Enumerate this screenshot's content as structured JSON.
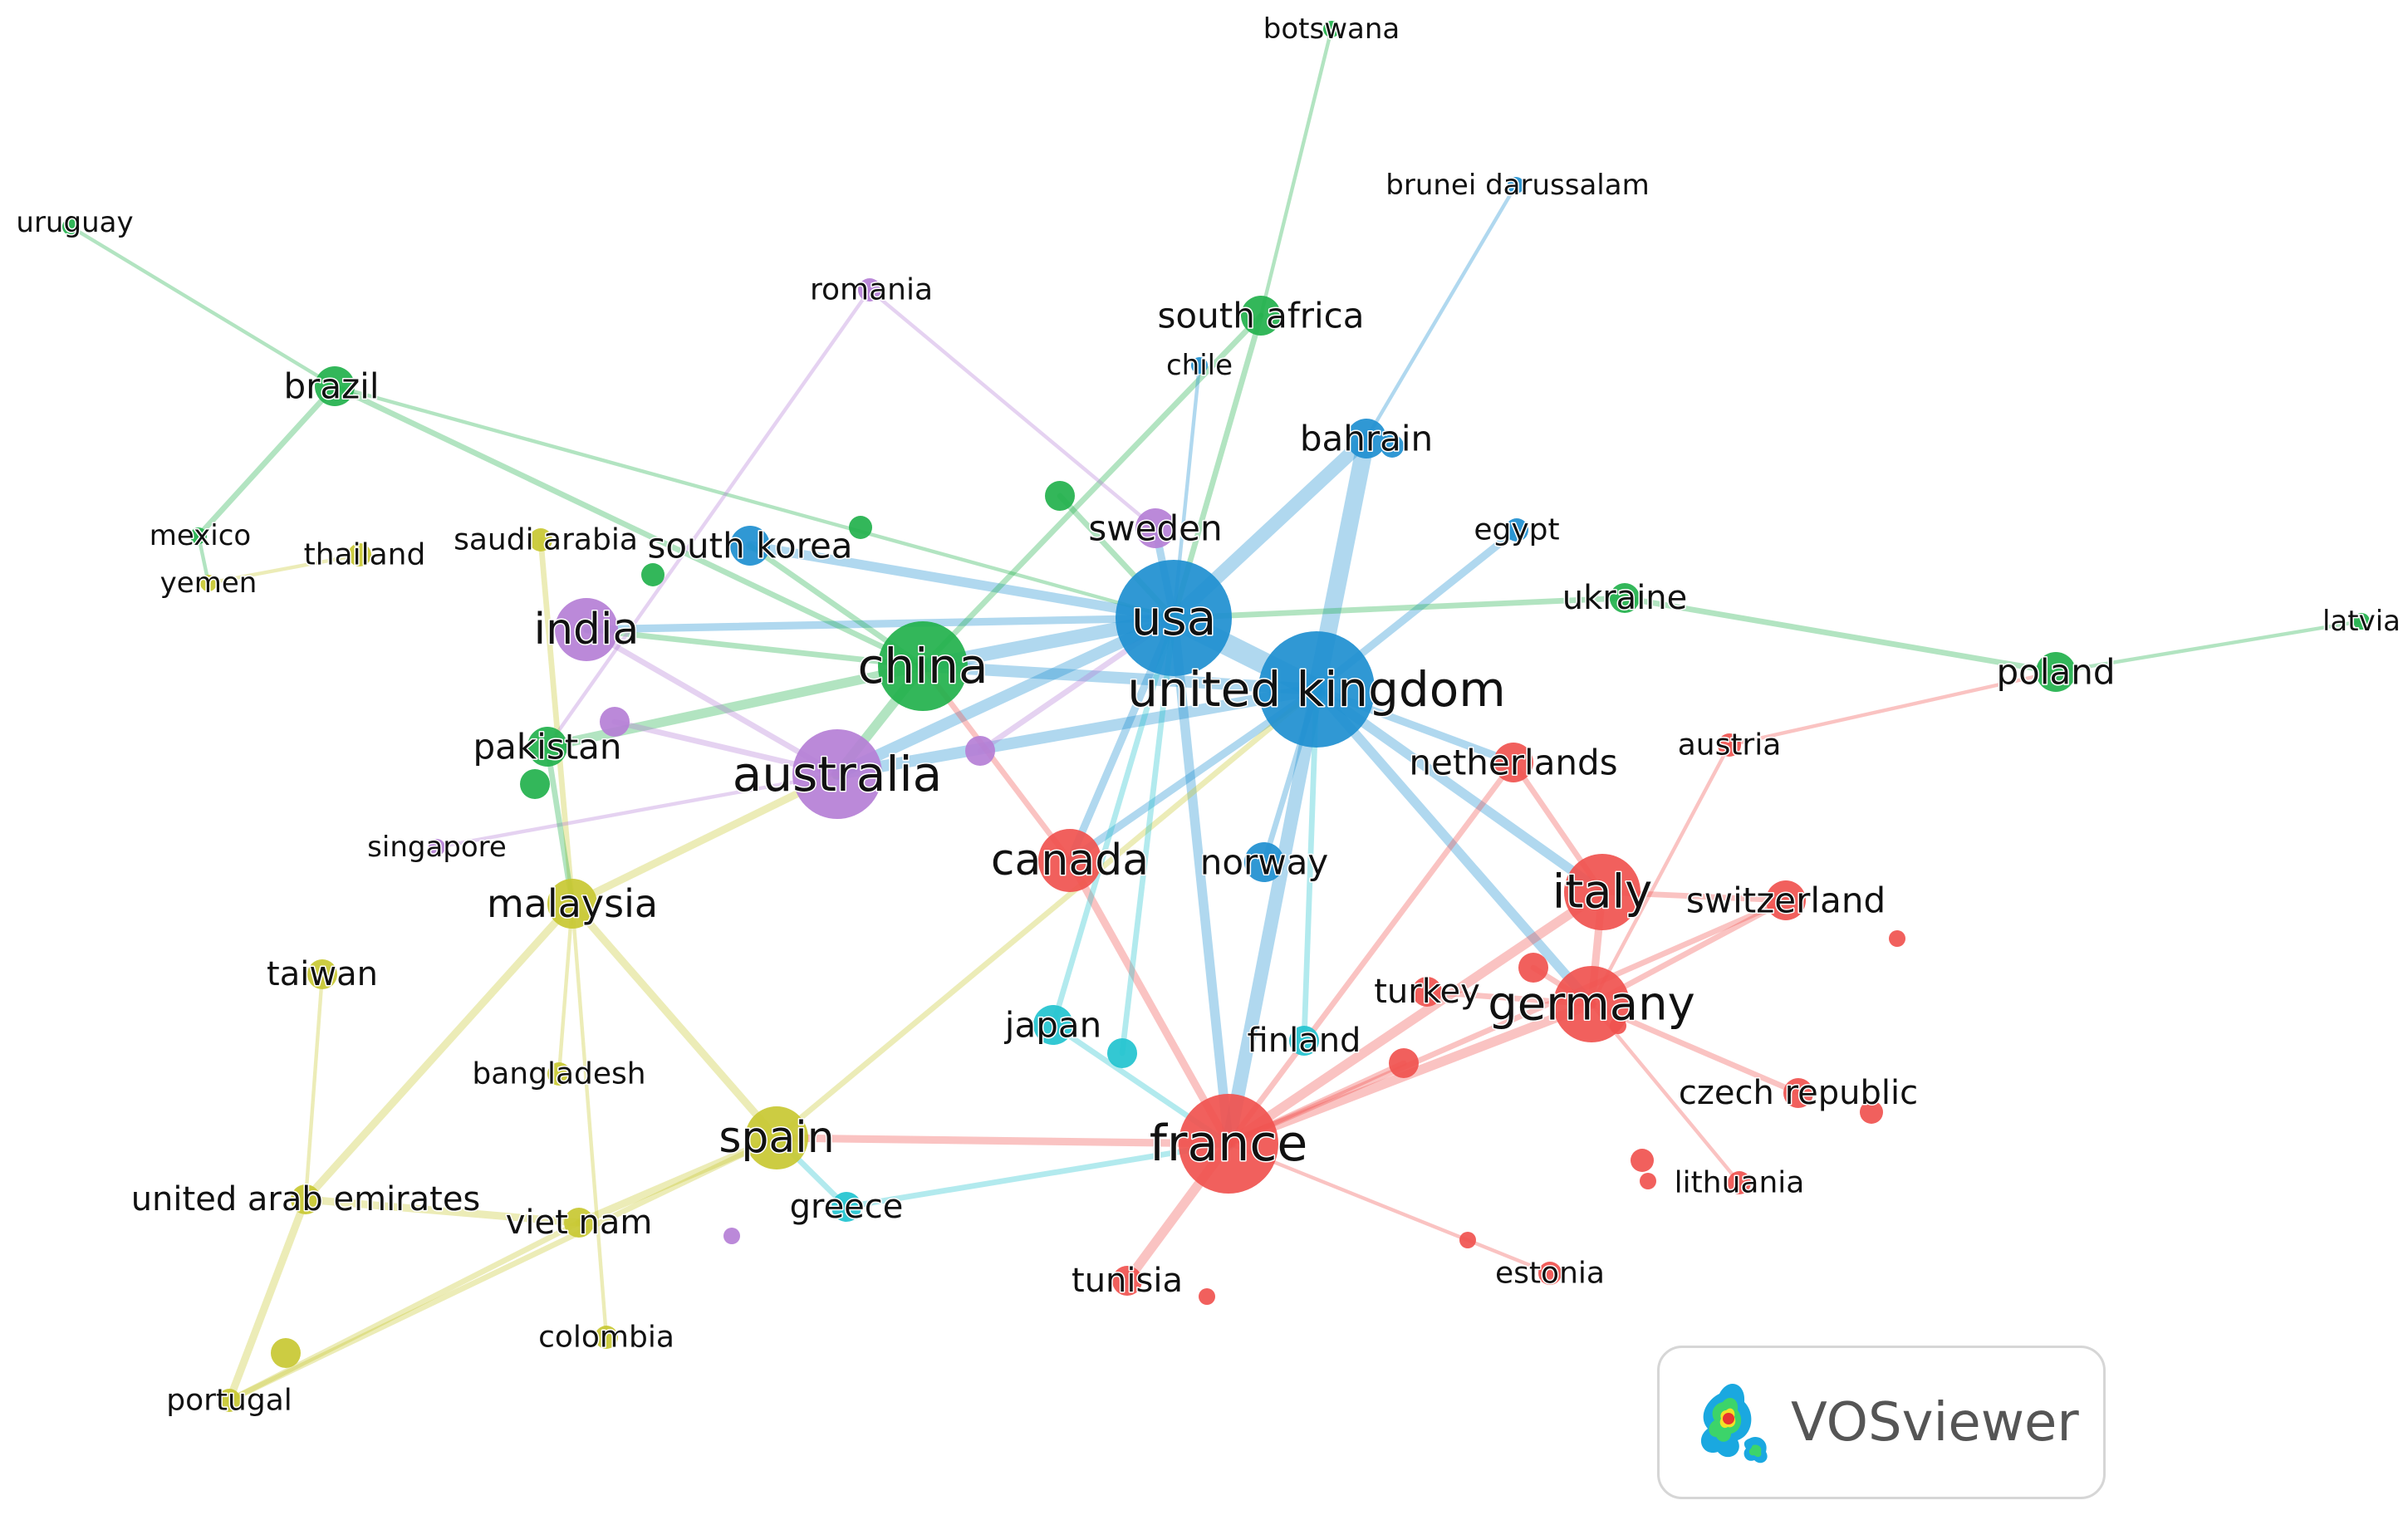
{
  "app": {
    "brand": "VOSviewer"
  },
  "clusters": {
    "red": "#f0534f",
    "green": "#22b14c",
    "blue": "#1e8fd0",
    "yellow": "#c8c832",
    "purple": "#b57fd6",
    "cyan": "#22c3cf"
  },
  "nodes": [
    {
      "id": "botswana",
      "label": "botswana",
      "cluster": "green",
      "weight": 1
    },
    {
      "id": "uruguay",
      "label": "uruguay",
      "cluster": "green",
      "weight": 1
    },
    {
      "id": "brunei",
      "label": "brunei darussalam",
      "cluster": "blue",
      "weight": 1
    },
    {
      "id": "romania",
      "label": "romania",
      "cluster": "purple",
      "weight": 2
    },
    {
      "id": "south_africa",
      "label": "south africa",
      "cluster": "green",
      "weight": 4
    },
    {
      "id": "chile",
      "label": "chile",
      "cluster": "blue",
      "weight": 1
    },
    {
      "id": "brazil",
      "label": "brazil",
      "cluster": "green",
      "weight": 4
    },
    {
      "id": "bahrain",
      "label": "bahrain",
      "cluster": "blue",
      "weight": 4
    },
    {
      "id": "mexico",
      "label": "mexico",
      "cluster": "green",
      "weight": 1
    },
    {
      "id": "thailand",
      "label": "thailand",
      "cluster": "yellow",
      "weight": 2
    },
    {
      "id": "saudi_arabia",
      "label": "saudi arabia",
      "cluster": "yellow",
      "weight": 2
    },
    {
      "id": "south_korea",
      "label": "south korea",
      "cluster": "blue",
      "weight": 4
    },
    {
      "id": "sweden",
      "label": "sweden",
      "cluster": "purple",
      "weight": 4
    },
    {
      "id": "egypt",
      "label": "egypt",
      "cluster": "blue",
      "weight": 2
    },
    {
      "id": "yemen",
      "label": "yemen",
      "cluster": "yellow",
      "weight": 1
    },
    {
      "id": "usa",
      "label": "usa",
      "cluster": "blue",
      "weight": 10
    },
    {
      "id": "ukraine",
      "label": "ukraine",
      "cluster": "green",
      "weight": 3
    },
    {
      "id": "latvia",
      "label": "latvia",
      "cluster": "green",
      "weight": 1
    },
    {
      "id": "india",
      "label": "india",
      "cluster": "purple",
      "weight": 6
    },
    {
      "id": "china",
      "label": "china",
      "cluster": "green",
      "weight": 8
    },
    {
      "id": "united_kingdom",
      "label": "united kingdom",
      "cluster": "blue",
      "weight": 10
    },
    {
      "id": "poland",
      "label": "poland",
      "cluster": "green",
      "weight": 4
    },
    {
      "id": "pakistan",
      "label": "pakistan",
      "cluster": "green",
      "weight": 4
    },
    {
      "id": "australia",
      "label": "australia",
      "cluster": "purple",
      "weight": 8
    },
    {
      "id": "netherlands",
      "label": "netherlands",
      "cluster": "red",
      "weight": 4
    },
    {
      "id": "austria",
      "label": "austria",
      "cluster": "red",
      "weight": 2
    },
    {
      "id": "singapore",
      "label": "singapore",
      "cluster": "purple",
      "weight": 1
    },
    {
      "id": "canada",
      "label": "canada",
      "cluster": "red",
      "weight": 6
    },
    {
      "id": "norway",
      "label": "norway",
      "cluster": "blue",
      "weight": 4
    },
    {
      "id": "italy",
      "label": "italy",
      "cluster": "red",
      "weight": 7
    },
    {
      "id": "switzerland",
      "label": "switzerland",
      "cluster": "red",
      "weight": 4
    },
    {
      "id": "malaysia",
      "label": "malaysia",
      "cluster": "yellow",
      "weight": 5
    },
    {
      "id": "taiwan",
      "label": "taiwan",
      "cluster": "yellow",
      "weight": 3
    },
    {
      "id": "turkey",
      "label": "turkey",
      "cluster": "red",
      "weight": 3
    },
    {
      "id": "germany",
      "label": "germany",
      "cluster": "red",
      "weight": 7
    },
    {
      "id": "japan",
      "label": "japan",
      "cluster": "cyan",
      "weight": 4
    },
    {
      "id": "finland",
      "label": "finland",
      "cluster": "cyan",
      "weight": 3
    },
    {
      "id": "bangladesh",
      "label": "bangladesh",
      "cluster": "yellow",
      "weight": 2
    },
    {
      "id": "czech_republic",
      "label": "czech republic",
      "cluster": "red",
      "weight": 3
    },
    {
      "id": "spain",
      "label": "spain",
      "cluster": "yellow",
      "weight": 6
    },
    {
      "id": "france",
      "label": "france",
      "cluster": "red",
      "weight": 9
    },
    {
      "id": "lithuania",
      "label": "lithuania",
      "cluster": "red",
      "weight": 2
    },
    {
      "id": "united_arab_emirates",
      "label": "united arab emirates",
      "cluster": "yellow",
      "weight": 3
    },
    {
      "id": "viet_nam",
      "label": "viet nam",
      "cluster": "yellow",
      "weight": 3
    },
    {
      "id": "greece",
      "label": "greece",
      "cluster": "cyan",
      "weight": 3
    },
    {
      "id": "tunisia",
      "label": "tunisia",
      "cluster": "red",
      "weight": 3
    },
    {
      "id": "estonia",
      "label": "estonia",
      "cluster": "red",
      "weight": 2
    },
    {
      "id": "colombia",
      "label": "colombia",
      "cluster": "yellow",
      "weight": 2
    },
    {
      "id": "portugal",
      "label": "portugal",
      "cluster": "yellow",
      "weight": 2
    },
    {
      "id": "u_green_1",
      "label": "",
      "cluster": "green",
      "weight": 3
    },
    {
      "id": "u_green_2",
      "label": "",
      "cluster": "green",
      "weight": 2
    },
    {
      "id": "u_green_3",
      "label": "",
      "cluster": "green",
      "weight": 2
    },
    {
      "id": "u_green_4",
      "label": "",
      "cluster": "green",
      "weight": 3
    },
    {
      "id": "u_purple_1",
      "label": "",
      "cluster": "purple",
      "weight": 3
    },
    {
      "id": "u_purple_2",
      "label": "",
      "cluster": "purple",
      "weight": 3
    },
    {
      "id": "u_purple_3",
      "label": "",
      "cluster": "purple",
      "weight": 1
    },
    {
      "id": "u_blue_1",
      "label": "",
      "cluster": "blue",
      "weight": 2
    },
    {
      "id": "u_cyan_1",
      "label": "",
      "cluster": "cyan",
      "weight": 3
    },
    {
      "id": "u_red_1",
      "label": "",
      "cluster": "red",
      "weight": 3
    },
    {
      "id": "u_red_2",
      "label": "",
      "cluster": "red",
      "weight": 3
    },
    {
      "id": "u_red_3",
      "label": "",
      "cluster": "red",
      "weight": 1
    },
    {
      "id": "u_red_4",
      "label": "",
      "cluster": "red",
      "weight": 2
    },
    {
      "id": "u_red_5",
      "label": "",
      "cluster": "red",
      "weight": 1
    },
    {
      "id": "u_red_6",
      "label": "",
      "cluster": "red",
      "weight": 1
    },
    {
      "id": "u_red_7",
      "label": "",
      "cluster": "red",
      "weight": 2
    },
    {
      "id": "u_red_8",
      "label": "",
      "cluster": "red",
      "weight": 1
    },
    {
      "id": "u_red_9",
      "label": "",
      "cluster": "red",
      "weight": 1
    },
    {
      "id": "u_yellow_1",
      "label": "",
      "cluster": "yellow",
      "weight": 3
    }
  ],
  "links": [
    [
      "usa",
      "united_kingdom",
      10
    ],
    [
      "usa",
      "bahrain",
      6
    ],
    [
      "united_kingdom",
      "bahrain",
      8
    ],
    [
      "usa",
      "china",
      6
    ],
    [
      "usa",
      "australia",
      5
    ],
    [
      "united_kingdom",
      "china",
      5
    ],
    [
      "united_kingdom",
      "australia",
      5
    ],
    [
      "united_kingdom",
      "france",
      6
    ],
    [
      "usa",
      "france",
      4
    ],
    [
      "united_kingdom",
      "italy",
      4
    ],
    [
      "united_kingdom",
      "germany",
      4
    ],
    [
      "united_kingdom",
      "egypt",
      3
    ],
    [
      "united_kingdom",
      "netherlands",
      3
    ],
    [
      "united_kingdom",
      "canada",
      3
    ],
    [
      "usa",
      "canada",
      3
    ],
    [
      "usa",
      "south_korea",
      4
    ],
    [
      "usa",
      "india",
      3
    ],
    [
      "usa",
      "sweden",
      3
    ],
    [
      "china",
      "australia",
      4
    ],
    [
      "china",
      "pakistan",
      4
    ],
    [
      "china",
      "india",
      2
    ],
    [
      "china",
      "south_korea",
      2
    ],
    [
      "france",
      "italy",
      4
    ],
    [
      "france",
      "germany",
      4
    ],
    [
      "france",
      "tunisia",
      4
    ],
    [
      "france",
      "spain",
      3
    ],
    [
      "france",
      "canada",
      3
    ],
    [
      "germany",
      "italy",
      3
    ],
    [
      "germany",
      "switzerland",
      2
    ],
    [
      "italy",
      "switzerland",
      2
    ],
    [
      "italy",
      "netherlands",
      2
    ],
    [
      "malaysia",
      "spain",
      3
    ],
    [
      "malaysia",
      "united_arab_emirates",
      3
    ],
    [
      "malaysia",
      "australia",
      3
    ],
    [
      "united_arab_emirates",
      "portugal",
      3
    ],
    [
      "united_arab_emirates",
      "viet_nam",
      3
    ],
    [
      "viet_nam",
      "spain",
      3
    ],
    [
      "viet_nam",
      "portugal",
      2
    ],
    [
      "portugal",
      "spain",
      2
    ],
    [
      "ukraine",
      "poland",
      2
    ],
    [
      "poland",
      "latvia",
      1
    ],
    [
      "ukraine",
      "usa",
      2
    ],
    [
      "brazil",
      "mexico",
      2
    ],
    [
      "brazil",
      "uruguay",
      1
    ],
    [
      "brazil",
      "china",
      2
    ],
    [
      "brazil",
      "usa",
      1
    ],
    [
      "south_africa",
      "botswana",
      1
    ],
    [
      "south_africa",
      "usa",
      2
    ],
    [
      "south_africa",
      "china",
      2
    ],
    [
      "bahrain",
      "brunei",
      1
    ],
    [
      "chile",
      "usa",
      1
    ],
    [
      "romania",
      "sweden",
      1
    ],
    [
      "romania",
      "pakistan",
      1
    ],
    [
      "thailand",
      "yemen",
      1
    ],
    [
      "mexico",
      "yemen",
      1
    ],
    [
      "saudi_arabia",
      "malaysia",
      2
    ],
    [
      "india",
      "australia",
      2
    ],
    [
      "japan",
      "france",
      2
    ],
    [
      "japan",
      "usa",
      2
    ],
    [
      "finland",
      "united_kingdom",
      2
    ],
    [
      "greece",
      "france",
      2
    ],
    [
      "greece",
      "spain",
      2
    ],
    [
      "norway",
      "united_kingdom",
      2
    ],
    [
      "turkey",
      "germany",
      2
    ],
    [
      "czech_republic",
      "germany",
      2
    ],
    [
      "lithuania",
      "germany",
      1
    ],
    [
      "estonia",
      "france",
      1
    ],
    [
      "austria",
      "germany",
      1
    ],
    [
      "austria",
      "poland",
      1
    ],
    [
      "colombia",
      "malaysia",
      1
    ],
    [
      "bangladesh",
      "malaysia",
      1
    ],
    [
      "taiwan",
      "united_arab_emirates",
      1
    ],
    [
      "singapore",
      "australia",
      1
    ],
    [
      "pakistan",
      "malaysia",
      2
    ],
    [
      "canada",
      "china",
      2
    ],
    [
      "spain",
      "united_kingdom",
      2
    ],
    [
      "switzerland",
      "france",
      2
    ],
    [
      "netherlands",
      "france",
      2
    ],
    [
      "u_red_1",
      "germany",
      2
    ],
    [
      "u_red_2",
      "france",
      2
    ],
    [
      "u_cyan_1",
      "usa",
      2
    ],
    [
      "u_purple_2",
      "usa",
      2
    ],
    [
      "u_green_1",
      "usa",
      2
    ],
    [
      "u_purple_1",
      "australia",
      2
    ]
  ]
}
